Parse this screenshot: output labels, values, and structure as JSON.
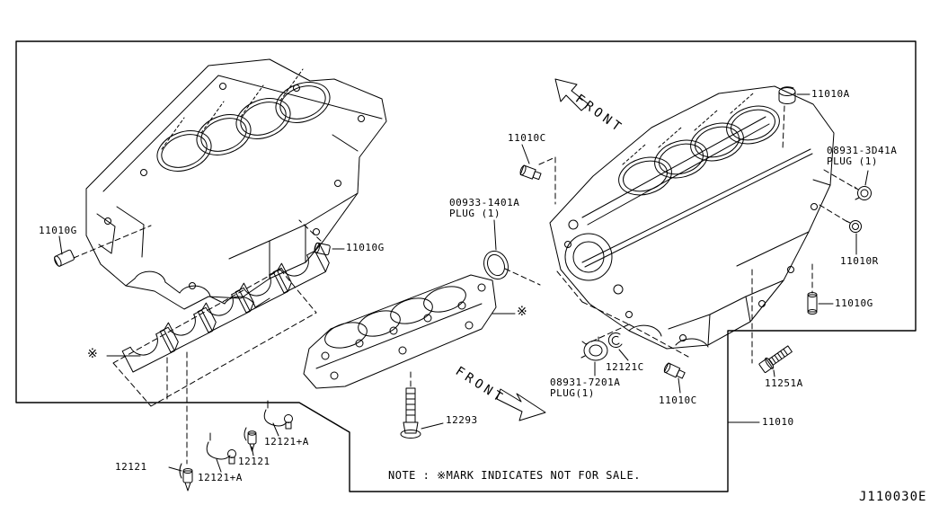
{
  "figure": {
    "code": "J110030E",
    "note": "NOTE : ※MARK INDICATES NOT FOR SALE.",
    "front": "FRONT",
    "nfs_mark": "※"
  },
  "parts": {
    "block_assembly": "11010",
    "dowel": "11010G",
    "cap": "11010A",
    "plug_c": "11010C",
    "plug_r": "11010R",
    "plug_3d41a": "08931-3D41A",
    "plug_3d41a_qty": "PLUG (1)",
    "plug_1401a": "00933-1401A",
    "plug_1401a_qty": "PLUG (1)",
    "plug_7201a": "08931-7201A",
    "plug_7201a_qty": "PLUG(1)",
    "ring_12121c": "12121C",
    "bolt_11251a": "11251A",
    "bolt_12293": "12293",
    "bushing_12121": "12121",
    "clamp_12121a": "12121+A"
  }
}
